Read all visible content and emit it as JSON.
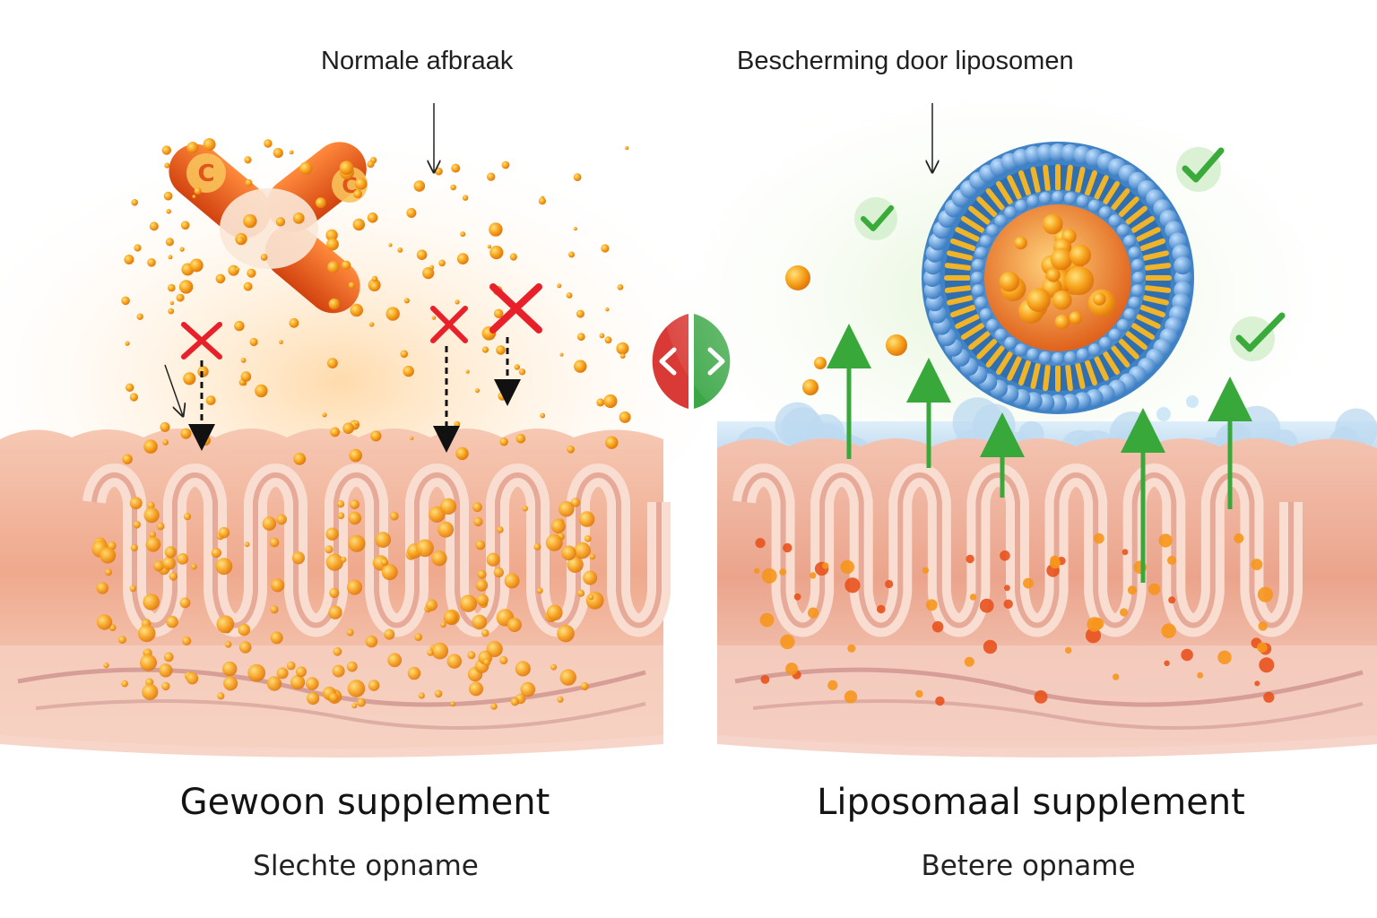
{
  "left_panel": {
    "annotation": "Normale afbraak",
    "title": "Gewoon supplement",
    "subtitle": "Slechte opname",
    "capsule_letter": "C"
  },
  "right_panel": {
    "annotation": "Bescherming door liposomen",
    "title": "Liposomaal supplement",
    "subtitle": "Betere opname"
  },
  "icons": {
    "blocked_mark": "x-mark-icon",
    "success_mark": "check-mark-icon",
    "center_badge": "compare-arrows-icon"
  },
  "colors": {
    "tissue": "#f2b49a",
    "particle": "#f7a21b",
    "blocked": "#e8202a",
    "success": "#3aab3a",
    "liposome_outer": "#5b9bd5",
    "liposome_tail": "#f0b429",
    "badge_red": "#d93a35",
    "badge_green": "#3aa646"
  }
}
